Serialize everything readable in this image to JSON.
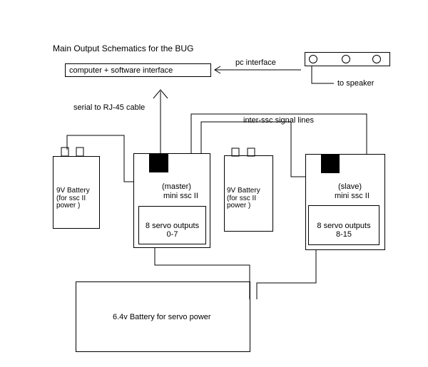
{
  "title": "Main Output Schematics for the BUG",
  "interface_box": "computer + software interface",
  "pc_interface": "pc interface",
  "to_speaker": "to speaker",
  "serial_cable": "serial to RJ-45 cable",
  "signal_lines": "inter-ssc signal lines",
  "battery_left": [
    "9V Battery",
    "(for ssc II",
    "power )"
  ],
  "battery_middle": [
    "9V Battery",
    "(for ssc II",
    "power )"
  ],
  "master": {
    "role": "(master)",
    "name": "mini ssc II",
    "outputs": [
      "8 servo outputs",
      "0-7"
    ]
  },
  "slave": {
    "role": "(slave)",
    "name": "mini ssc II",
    "outputs": [
      "8 servo outputs",
      "8-15"
    ]
  },
  "servo_battery": "6.4v Battery for servo power"
}
